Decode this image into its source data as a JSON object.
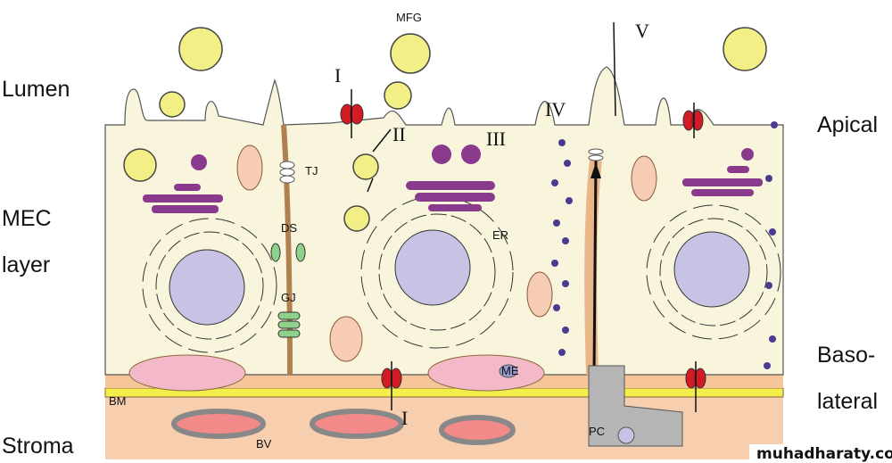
{
  "side_labels": {
    "lumen": "Lumen",
    "mec": "MEC",
    "layer": "layer",
    "stroma": "Stroma",
    "apical": "Apical",
    "baso": "Baso-",
    "lateral": "lateral"
  },
  "structure_labels": {
    "mfg": "MFG",
    "tj": "TJ",
    "ds": "DS",
    "gj": "GJ",
    "er": "ER",
    "me": "ME",
    "bm": "BM",
    "bv": "BV",
    "pc": "PC"
  },
  "pathway_labels": {
    "i_top": "I",
    "ii": "II",
    "iii": "III",
    "iv": "IV",
    "v": "V",
    "i_bottom": "I"
  },
  "watermark": "muhadharaty.com",
  "colors": {
    "cytoplasm": "#f8f5dc",
    "stroma": "#f7cfae",
    "basement_membrane": "#f3ef4a",
    "nucleus": "#c8c2e4",
    "golgi": "#8a3a8c",
    "milk_fat": "#f2ef86",
    "transporter": "#d41a24",
    "vesicle": "#4a3a90"
  }
}
